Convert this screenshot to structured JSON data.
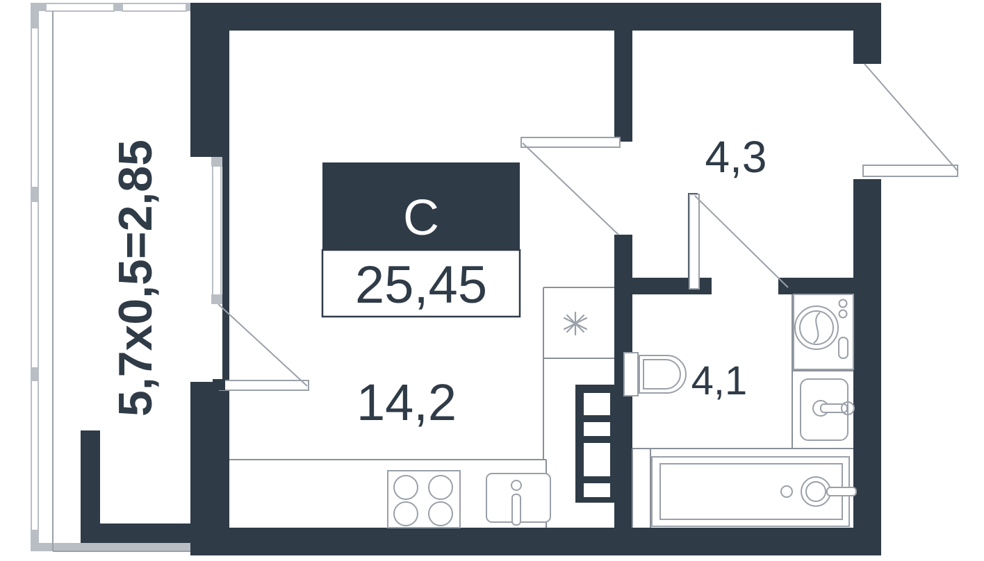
{
  "plan": {
    "title": "Apartment floor plan",
    "unit_badge": {
      "letter": "С",
      "area": "25,45"
    },
    "rooms": [
      {
        "name": "living-kitchen-room",
        "area_label": "14,2"
      },
      {
        "name": "hallway",
        "area_label": "4,3"
      },
      {
        "name": "bathroom",
        "area_label": "4,1"
      }
    ],
    "balcony": {
      "name": "balcony-loggia",
      "dimension_label": "5,7x0,5=2,85"
    },
    "fixtures": [
      {
        "name": "cooktop-stove",
        "glyph": ""
      },
      {
        "name": "kitchen-sink",
        "glyph": ""
      },
      {
        "name": "refrigerator",
        "glyph": "✳"
      },
      {
        "name": "toilet",
        "glyph": ""
      },
      {
        "name": "washing-machine",
        "glyph": ""
      },
      {
        "name": "bathroom-sink",
        "glyph": ""
      },
      {
        "name": "bathtub",
        "glyph": ""
      },
      {
        "name": "riser-shaft",
        "glyph": ""
      }
    ],
    "colors": {
      "wall": "#2f3b47",
      "fixture_line": "#9aa0a8",
      "background": "#ffffff",
      "railing": "#b9bec5"
    }
  }
}
